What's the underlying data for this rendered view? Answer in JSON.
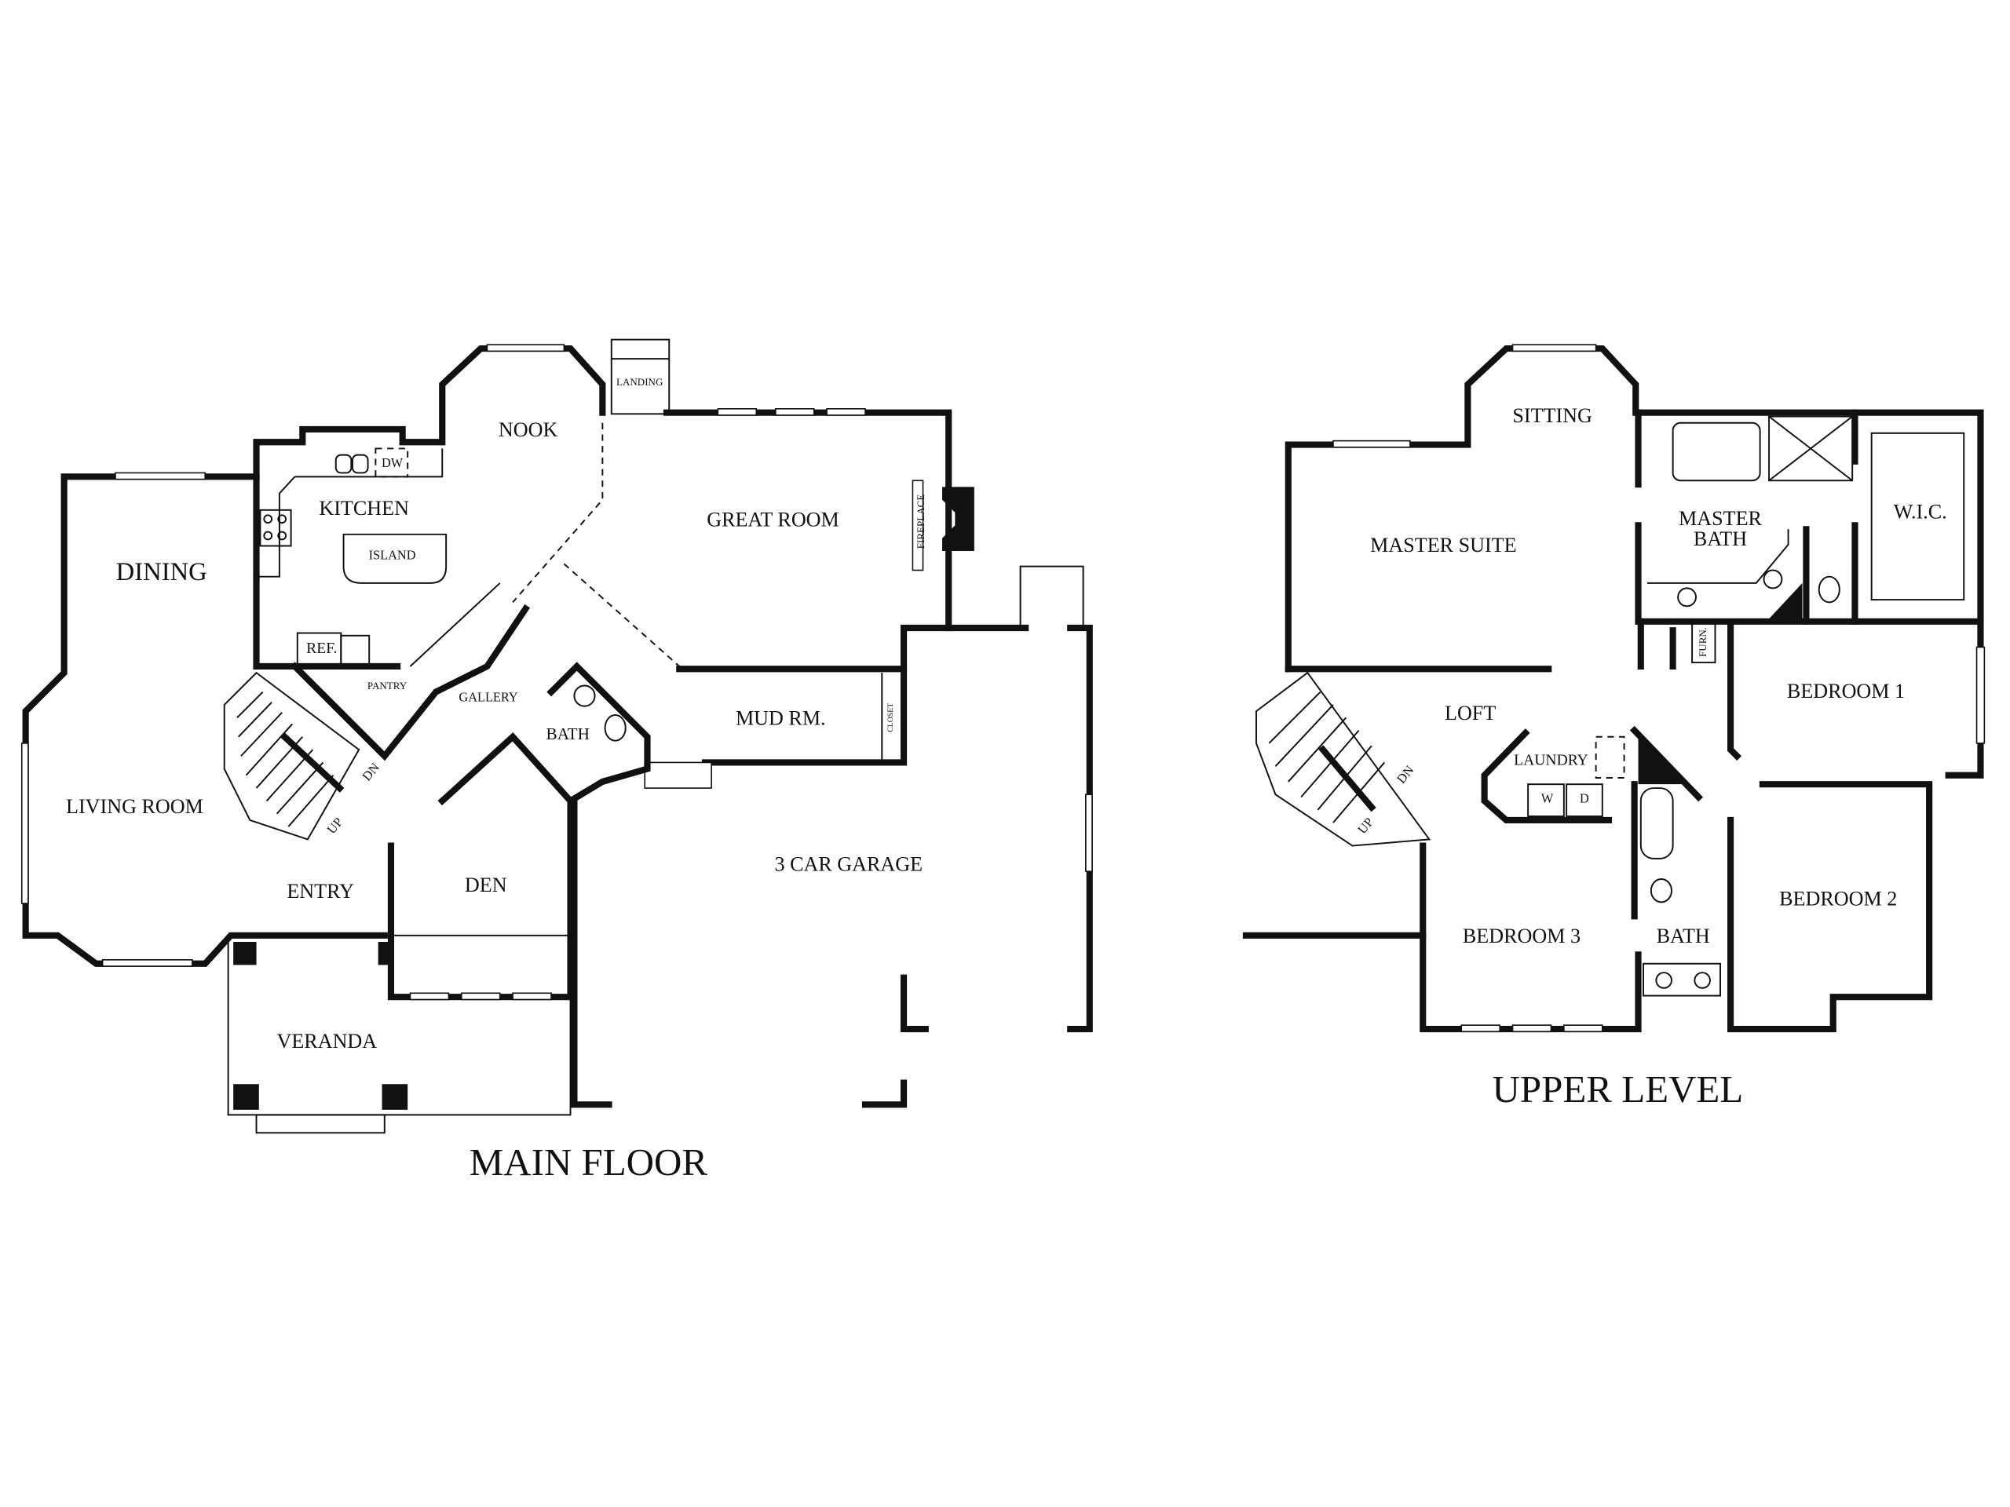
{
  "main_floor": {
    "title": "MAIN FLOOR",
    "rooms": {
      "nook": "NOOK",
      "kitchen": "KITCHEN",
      "dw": "DW",
      "island": "ISLAND",
      "dining": "DINING",
      "ref": "REF.",
      "pantry": "PANTRY",
      "gallery": "GALLERY",
      "bath": "BATH",
      "great_room": "GREAT ROOM",
      "fireplace": "FIREPLACE",
      "landing": "LANDING",
      "mud_room": "MUD RM.",
      "closet": "CLOSET",
      "living_room": "LIVING ROOM",
      "up": "UP",
      "dn": "DN",
      "entry": "ENTRY",
      "den": "DEN",
      "veranda": "VERANDA",
      "garage": "3 CAR GARAGE"
    }
  },
  "upper_level": {
    "title": "UPPER LEVEL",
    "rooms": {
      "sitting": "SITTING",
      "master_suite": "MASTER SUITE",
      "master_bath_1": "MASTER",
      "master_bath_2": "BATH",
      "wic": "W.I.C.",
      "furn": "FURN.",
      "bedroom1": "BEDROOM 1",
      "loft": "LOFT",
      "laundry": "LAUNDRY",
      "washer": "W",
      "dryer": "D",
      "dn": "DN",
      "up": "UP",
      "bedroom2": "BEDROOM 2",
      "bedroom3": "BEDROOM 3",
      "bath": "BATH"
    }
  }
}
